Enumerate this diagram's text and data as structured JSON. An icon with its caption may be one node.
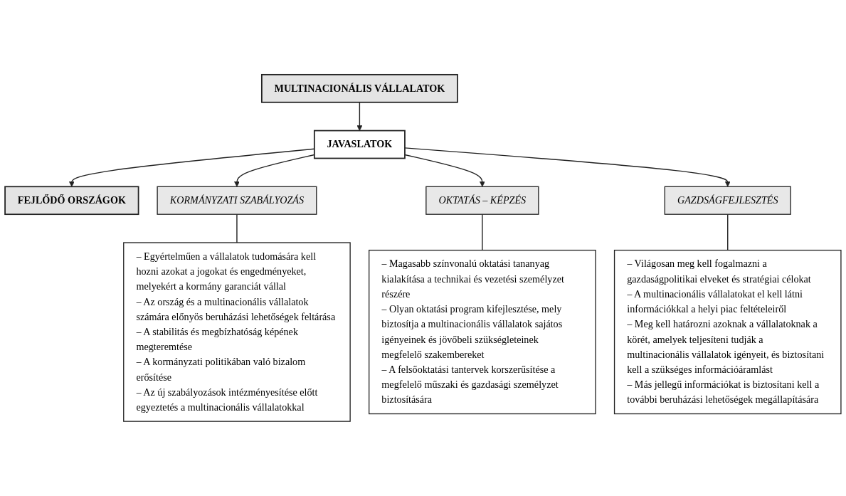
{
  "diagram": {
    "nodes": [
      {
        "text": [
          "MULTINACIONÁLIS VÁLLALATOK"
        ]
      },
      {
        "text": [
          "JAVASLATOK"
        ]
      },
      {
        "text": [
          "FEJLŐDŐ ORSZÁGOK"
        ]
      },
      {
        "text": [
          "KORMÁNYZATI SZABÁLYOZÁS"
        ]
      },
      {
        "text": [
          "OKTATÁS – KÉPZÉS"
        ]
      },
      {
        "text": [
          "GAZDSÁGFEJLESZTÉS"
        ]
      },
      {
        "text": [
          "– Egyértelműen a vállalatok tudomására kell hozni azokat a jogokat és engedményeket, melyekért a kormány garanciát vállal",
          "– Az ország és a multinacionális vállalatok számára előnyös beruházási lehetőségek feltárása",
          "– A stabilitás és megbízhatóság képének megteremtése",
          "– A kormányzati politikában való bizalom erősítése",
          "– Az új szabályozások intézményesítése előtt egyeztetés a multinacionális vállalatokkal"
        ]
      },
      {
        "text": [
          "– Magasabb színvonalú oktatási tananyag kialakítása a technikai és vezetési személyzet részére",
          "– Olyan oktatási program kifejlesztése, mely biztosítja a multinacionális vállalatok sajátos igényeinek és jövőbeli szükségleteinek megfelelő szakembereket",
          "– A felsőoktatási tantervek korszerűsítése a megfelelő műszaki és gazdasági személyzet biztosítására"
        ]
      },
      {
        "text": [
          "– Világosan meg kell fogalmazni a gazdaságpolitikai elveket és stratégiai célokat",
          "– A multinacionális vállalatokat el kell látni információkkal a helyi piac feltételeiről",
          "– Meg kell határozni azoknak a vállalatoknak a körét, amelyek teljesíteni tudják a multinacionális vállalatok igényeit, és biztosítani kell a szükséges információáramlást",
          "– Más jellegű információkat is biztosítani kell a további beruházási lehetőségek megállapítására"
        ]
      }
    ],
    "edges": [
      {
        "from": 0,
        "to": 1,
        "arrow": "to"
      },
      {
        "from": 1,
        "to": 2,
        "arrow": "to"
      },
      {
        "from": 1,
        "to": 3,
        "arrow": "to"
      },
      {
        "from": 1,
        "to": 4,
        "arrow": "to"
      },
      {
        "from": 1,
        "to": 5,
        "arrow": "to"
      },
      {
        "from": 3,
        "to": 6,
        "arrow": "none"
      },
      {
        "from": 4,
        "to": 7,
        "arrow": "none"
      },
      {
        "from": 5,
        "to": 8,
        "arrow": "none"
      }
    ]
  }
}
